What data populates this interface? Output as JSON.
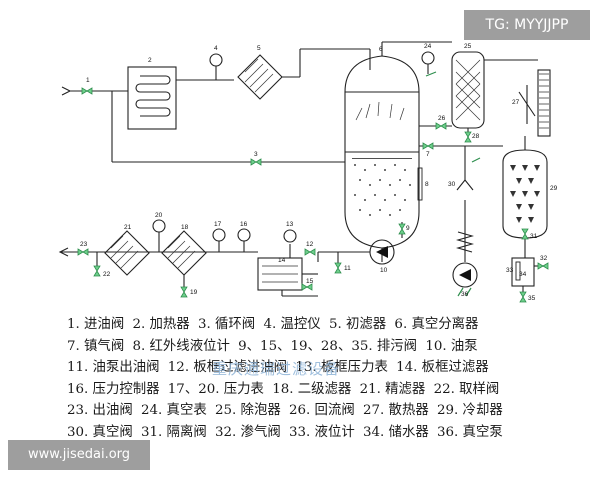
{
  "watermark_top": "TG: MYYJJPP",
  "watermark_bottom": "www.jisedai.org",
  "overlay_text": "重庆通瑞过滤设备",
  "component_numbers": [
    "1",
    "2",
    "3",
    "4",
    "5",
    "6",
    "7",
    "8",
    "9",
    "10",
    "11",
    "12",
    "13",
    "14",
    "15",
    "16",
    "17",
    "18",
    "19",
    "20",
    "21",
    "22",
    "23",
    "24",
    "25",
    "26",
    "27",
    "28",
    "29",
    "30",
    "31",
    "32",
    "33",
    "34",
    "35",
    "36"
  ],
  "legend": [
    [
      "1. 进油阀",
      "2. 加热器",
      "3. 循环阀",
      "4. 温控仪",
      "5. 初滤器",
      "6. 真空分离器"
    ],
    [
      "7. 镇气阀",
      "8. 红外线液位计",
      "9、15、19、28、35. 排污阀",
      "10. 油泵"
    ],
    [
      "11. 油泵出油阀",
      "12. 板框过滤进油阀",
      "13. 板框压力表",
      "14. 板框过滤器"
    ],
    [
      "16. 压力控制器",
      "17、20. 压力表",
      "18. 二级滤器",
      "21. 精滤器",
      "22. 取样阀"
    ],
    [
      "23. 出油阀",
      "24. 真空表",
      "25. 除泡器",
      "26. 回流阀",
      "27. 散热器",
      "29. 冷却器"
    ],
    [
      "30. 真空阀",
      "31. 隔离阀",
      "32. 渗气阀",
      "33. 液位计",
      "34. 储水器",
      "36. 真空泵"
    ]
  ]
}
